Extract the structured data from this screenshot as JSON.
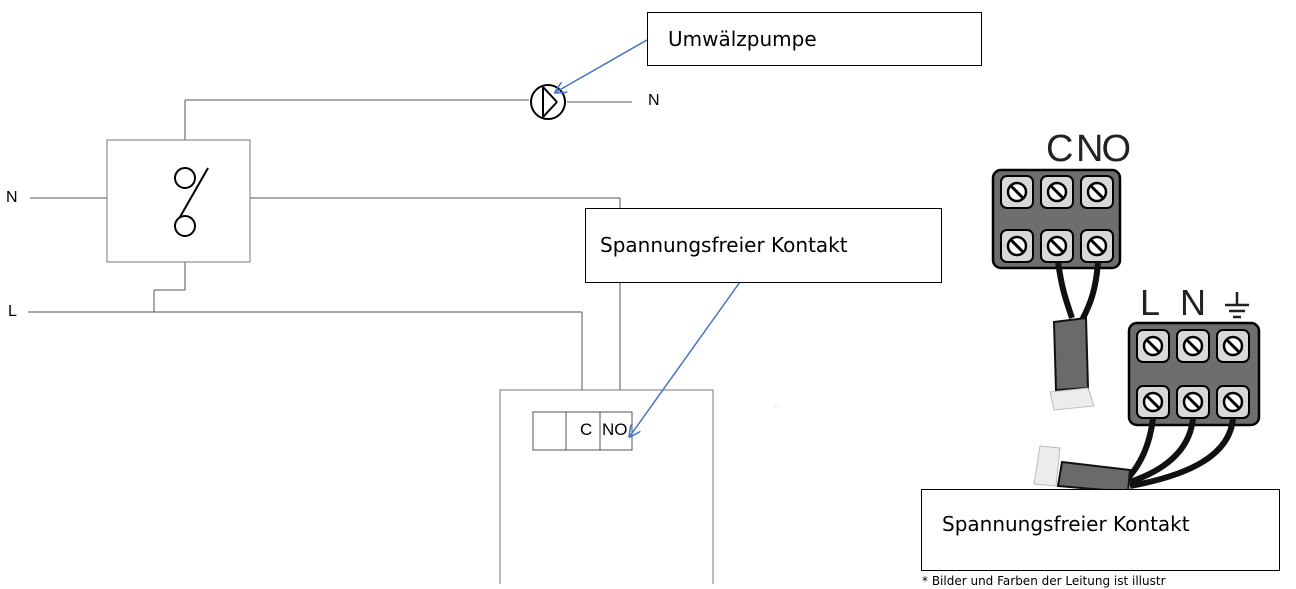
{
  "callouts": {
    "pump": "Umwälzpumpe",
    "contact_left": "Spannungsfreier Kontakt",
    "contact_right": "Spannungsfreier Kontakt"
  },
  "wire_labels": {
    "pump_neutral": "N",
    "neutral": "N",
    "live": "L"
  },
  "device_terminals": {
    "c": "C",
    "no": "NO"
  },
  "terminal_block_top": {
    "c": "C",
    "no": "NO"
  },
  "terminal_block_bottom": {
    "l": "L",
    "n": "N"
  },
  "footnote": "* Bilder und Farben der Leitung ist illustr"
}
